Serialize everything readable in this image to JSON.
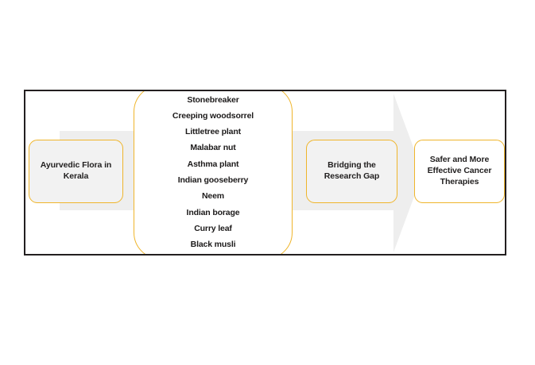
{
  "figure": {
    "type": "process-flow-diagram",
    "colors": {
      "accent_border": "#efb52b",
      "arrow_fill": "#eeeeee",
      "box_fill": "#f2f2f2",
      "outcome_box_fill": "#ffffff",
      "frame_border": "#231f20",
      "text": "#1c1a1a"
    }
  },
  "nodes": {
    "source": {
      "label": "Ayurvedic Flora in Kerala"
    },
    "plant_list": {
      "items": [
        "Stonebreaker",
        "Creeping woodsorrel",
        "Littletree plant",
        "Malabar nut",
        "Asthma plant",
        "Indian gooseberry",
        "Neem",
        "Indian borage",
        "Curry leaf",
        "Black musli"
      ]
    },
    "bridge": {
      "label": "Bridging the Research Gap"
    },
    "outcome": {
      "label": "Safer and More Effective Cancer Therapies"
    }
  },
  "arrow": {
    "name": "rightward-process-arrow",
    "direction": "right"
  }
}
